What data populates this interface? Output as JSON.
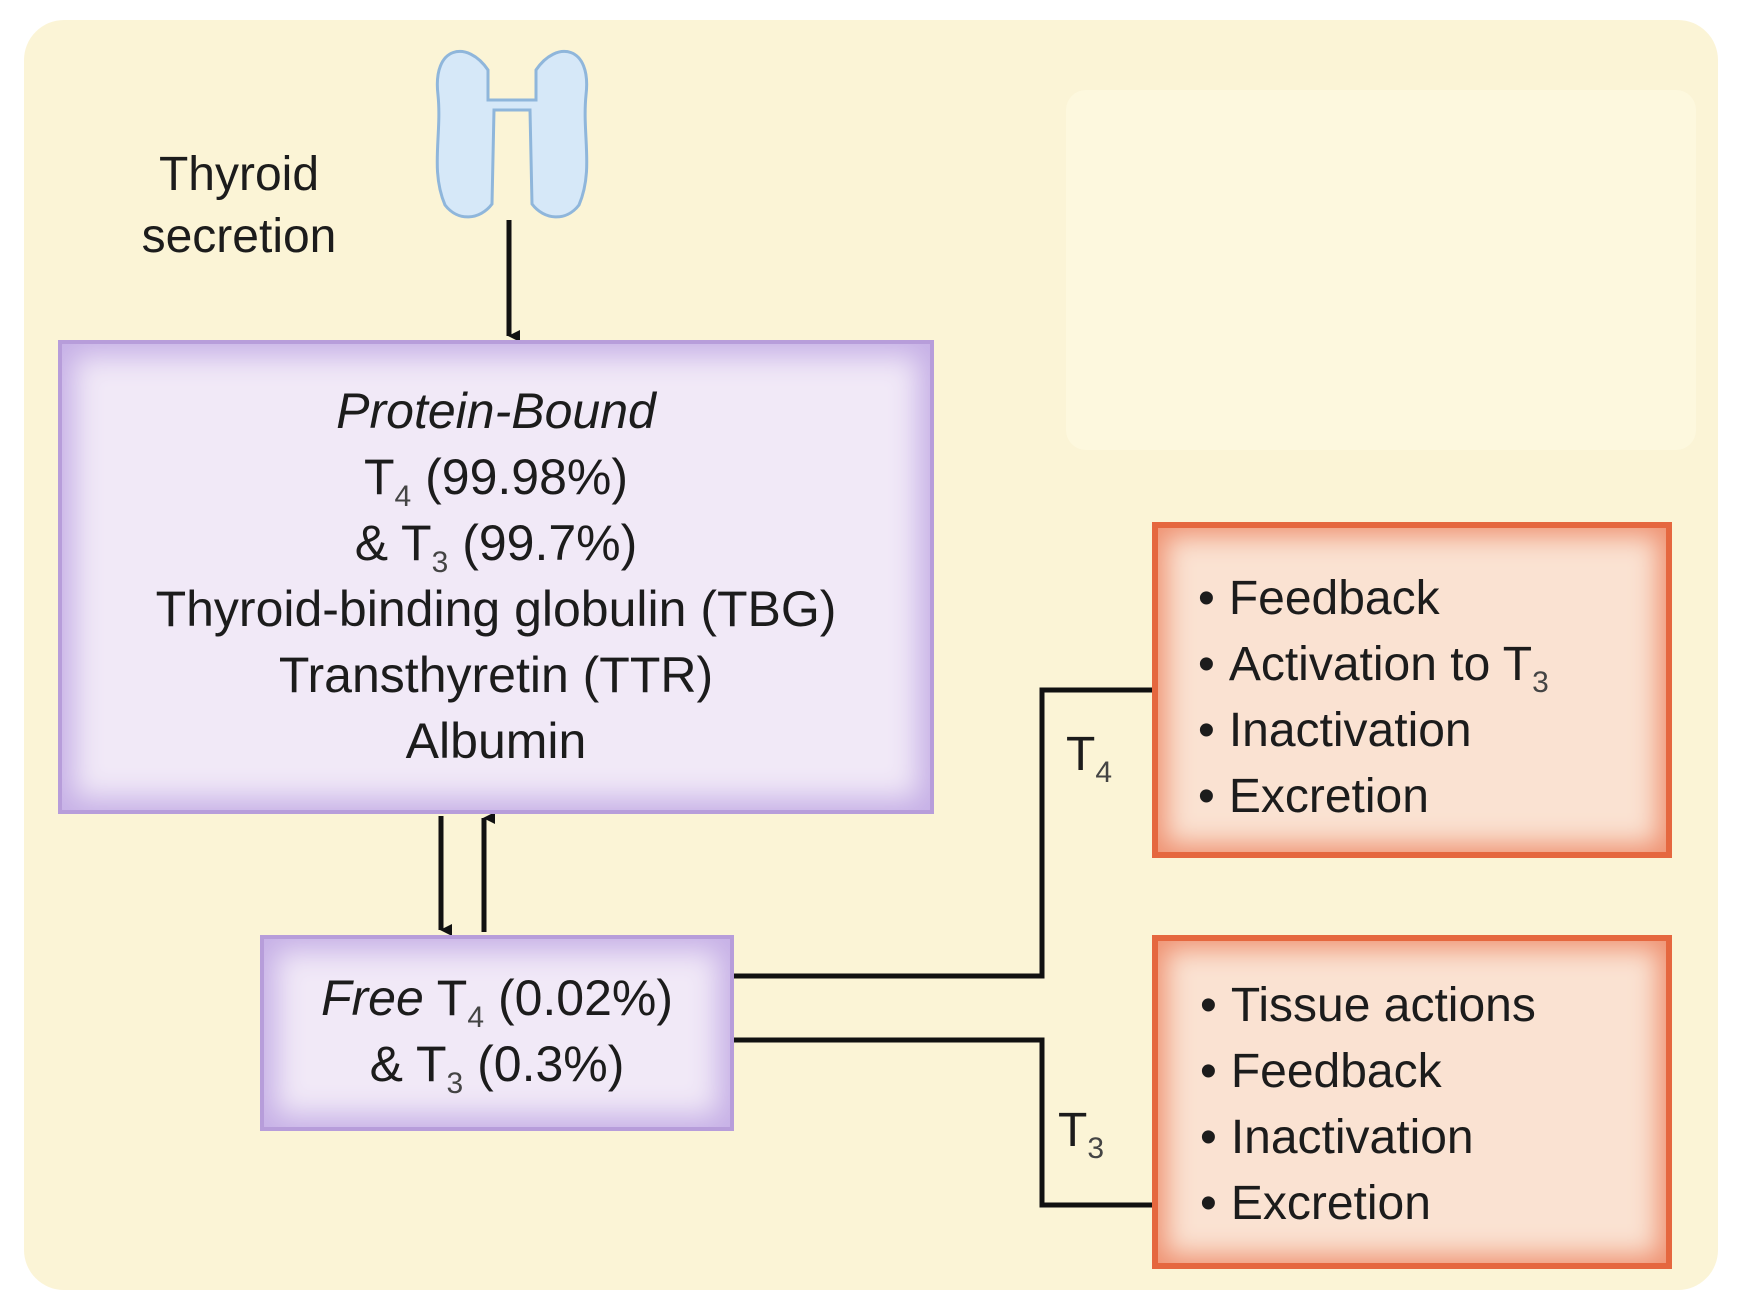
{
  "gland": {
    "label_line1": "Thyroid",
    "label_line2": "secretion",
    "icon": "thyroid-gland-icon",
    "color": "#cfe3f5"
  },
  "protein_bound": {
    "title": "Protein-Bound",
    "t4_letter": "T",
    "t4_sub": "4",
    "t4_value": "(99.98%)",
    "t3_prefix": "& T",
    "t3_sub": "3",
    "t3_value": "(99.7%)",
    "proteins": [
      "Thyroid-binding globulin (TBG)",
      "Transthyretin (TTR)",
      "Albumin"
    ]
  },
  "free": {
    "title": "Free",
    "t4_letter": "T",
    "t4_sub": "4",
    "t4_value": "(0.02%)",
    "t3_prefix": "& T",
    "t3_sub": "3",
    "t3_value": "(0.3%)"
  },
  "paths": {
    "t4": {
      "letter": "T",
      "sub": "4"
    },
    "t3": {
      "letter": "T",
      "sub": "3"
    }
  },
  "t4_fates": {
    "items": [
      "Feedback",
      "Activation to T",
      "Inactivation",
      "Excretion"
    ],
    "activation_sub": "3"
  },
  "t3_fates": {
    "items": [
      "Tissue actions",
      "Feedback",
      "Inactivation",
      "Excretion"
    ]
  },
  "colors": {
    "background": "#fbf4d6",
    "purple_box": "#c6b0e6",
    "orange_box": "#e5673f"
  }
}
